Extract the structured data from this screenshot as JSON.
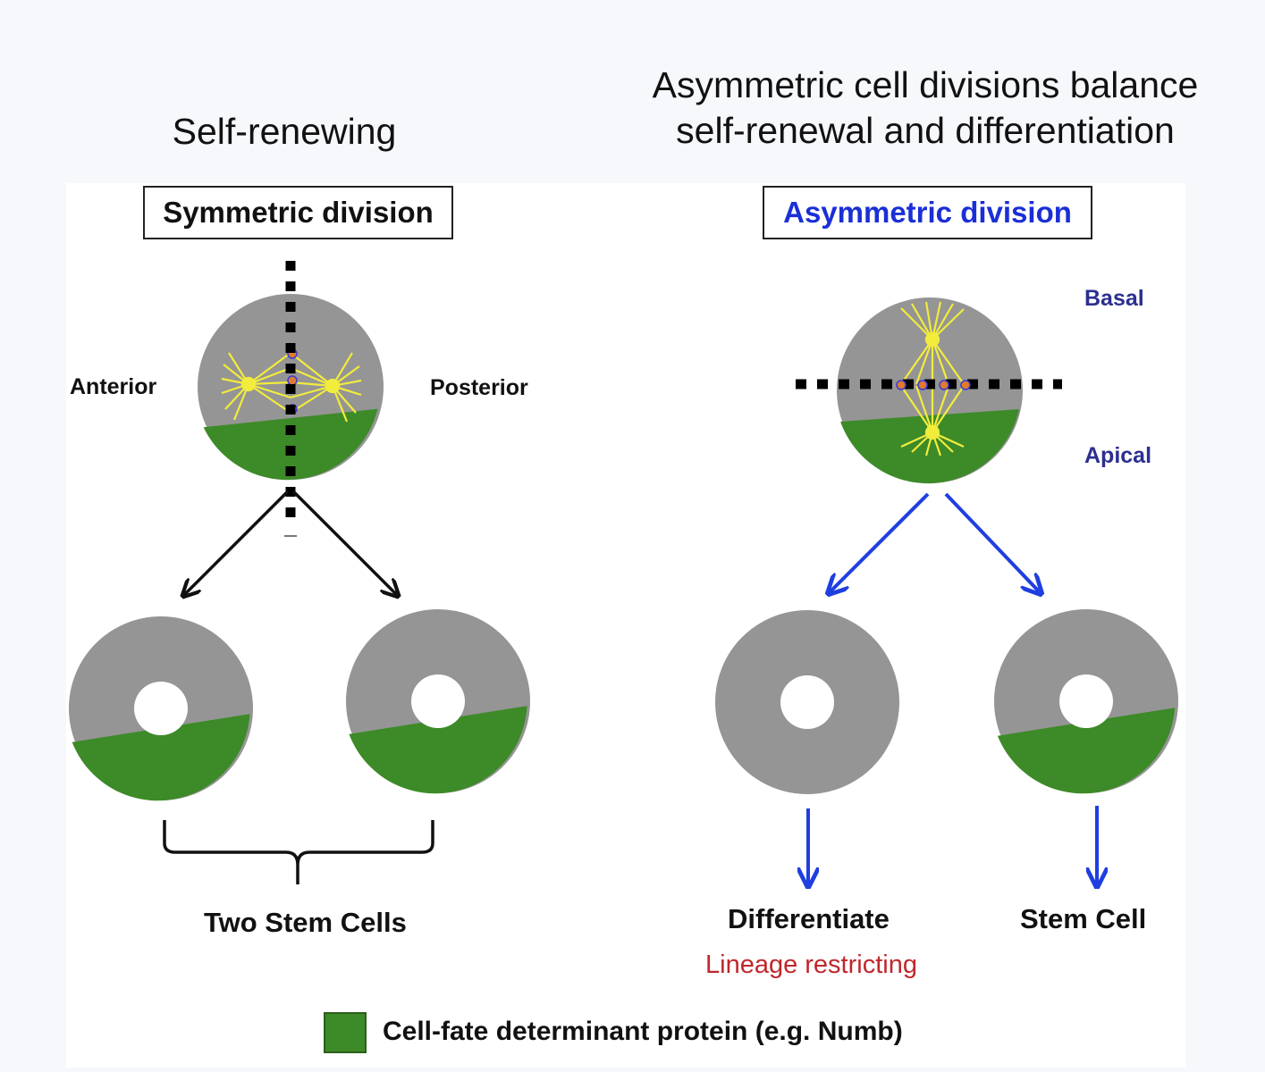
{
  "headings": {
    "left": "Self-renewing",
    "right_line1": "Asymmetric cell divisions balance",
    "right_line2": "self-renewal and differentiation"
  },
  "symmetric": {
    "box_label": "Symmetric division",
    "left_label": "Anterior",
    "right_label": "Posterior",
    "result_label": "Two Stem Cells"
  },
  "asymmetric": {
    "box_label": "Asymmetric division",
    "top_label": "Basal",
    "bottom_label": "Apical",
    "outcome_left": "Differentiate",
    "outcome_right": "Stem Cell",
    "outcome_left_note": "Lineage restricting"
  },
  "legend": {
    "label": "Cell-fate determinant protein (e.g. Numb)"
  },
  "colors": {
    "cell_gray": "#959595",
    "determinant_green": "#3d8a28",
    "spindle_yellow": "#f2ec3c",
    "asym_arrow_blue": "#1f3fe0",
    "sym_arrow_black": "#111111",
    "asym_title_blue": "#1a2fd6",
    "lineage_red": "#c0272d"
  }
}
